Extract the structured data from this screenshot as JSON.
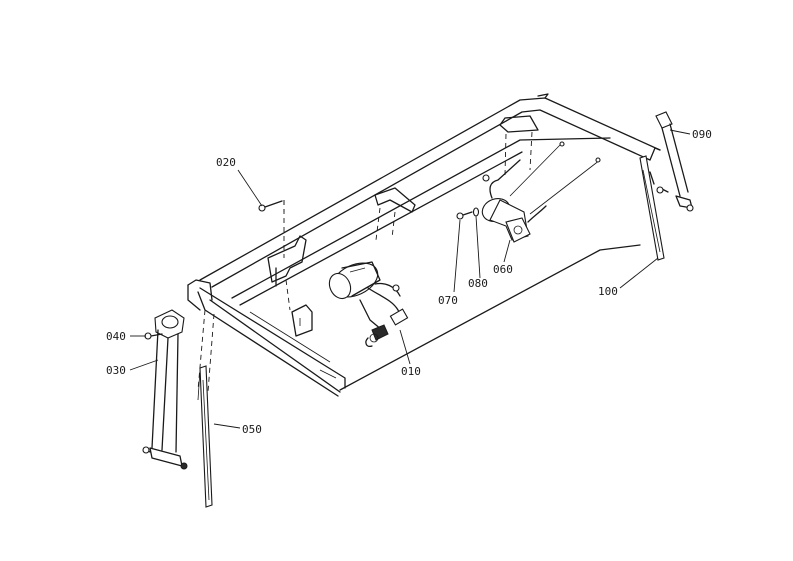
{
  "callouts": {
    "p010": "010",
    "p020": "020",
    "p030": "030",
    "p040": "040",
    "p050": "050",
    "p060": "060",
    "p070": "070",
    "p080": "080",
    "p090": "090",
    "p100": "100"
  }
}
